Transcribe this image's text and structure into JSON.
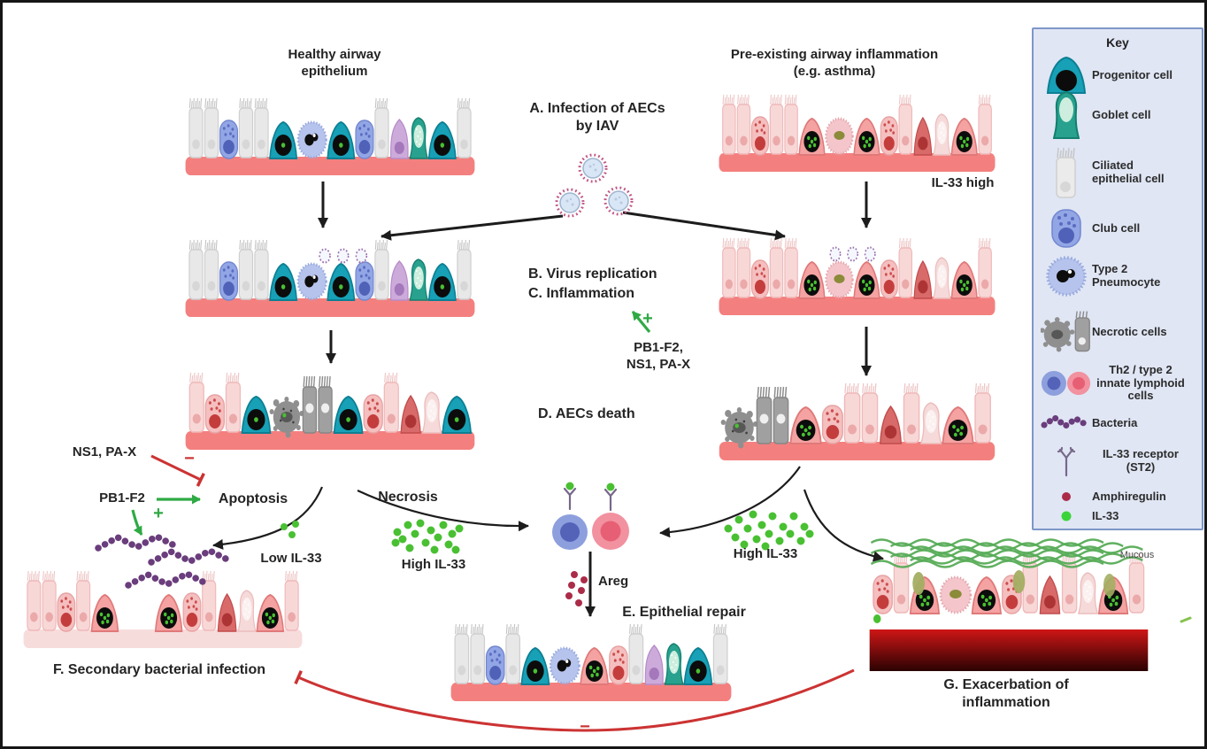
{
  "headers": {
    "left": "Healthy airway\nepithelium",
    "right": "Pre-existing airway inflammation\n(e.g. asthma)"
  },
  "steps": {
    "a": "A. Infection of AECs\nby IAV",
    "b": "B. Virus replication",
    "c": "C. Inflammation",
    "d": "D. AECs death",
    "e": "E. Epithelial repair",
    "f": "F. Secondary bacterial infection",
    "g": "G. Exacerbation of inflammation"
  },
  "annotations": {
    "viral_proteins": "PB1-F2,\nNS1, PA-X",
    "ns1_pax": "NS1, PA-X",
    "pb1_f2": "PB1-F2",
    "apoptosis": "Apoptosis",
    "necrosis": "Necrosis",
    "low_il33": "Low IL-33",
    "high_il33_center": "High IL-33",
    "high_il33_right": "High IL-33",
    "il33_high": "IL-33 high",
    "areg": "Areg",
    "mucous": "Mucous",
    "plus": "+",
    "minus": "−"
  },
  "key": {
    "title": "Key",
    "items": [
      {
        "icon": "progenitor-cell-icon",
        "label": "Progenitor cell"
      },
      {
        "icon": "goblet-cell-icon",
        "label": "Goblet cell"
      },
      {
        "icon": "ciliated-epithelial-cell-icon",
        "label": "Ciliated\nepithelial cell"
      },
      {
        "icon": "club-cell-icon",
        "label": "Club cell"
      },
      {
        "icon": "type2-pneumocyte-icon",
        "label": "Type 2\nPneumocyte"
      },
      {
        "icon": "necrotic-cells-icon",
        "label": "Necrotic cells"
      },
      {
        "icon": "th2-ilc2-cells-icon",
        "label": "Th2 / type 2\ninnate lymphoid\ncells"
      },
      {
        "icon": "bacteria-icon",
        "label": "Bacteria"
      },
      {
        "icon": "il33-receptor-icon",
        "label": "IL-33 receptor\n(ST2)"
      },
      {
        "icon": "amphiregulin-icon",
        "label": "Amphiregulin"
      },
      {
        "icon": "il33-icon",
        "label": "IL-33"
      }
    ]
  },
  "colors": {
    "key_bg": "#e0e6f4",
    "key_border": "#7d97c6",
    "epithelium_base": "#f3807f",
    "il33_green": "#49c032",
    "amphiregulin_red": "#ab2c48",
    "bacteria_purple": "#6a3d7c",
    "arrow_black": "#1c1c1c",
    "promote_green": "#2faa44",
    "inhibit_red": "#cc3333",
    "mucus_green": "#57ac57",
    "virus_ring_pink": "#c05585"
  }
}
